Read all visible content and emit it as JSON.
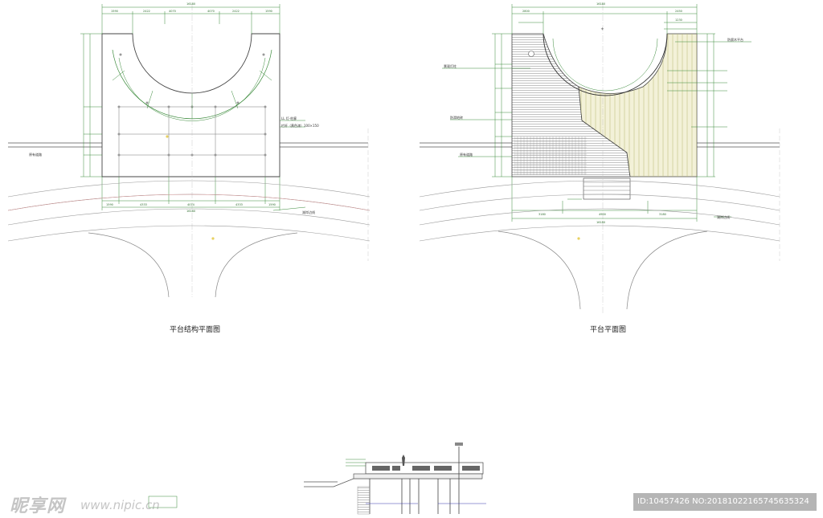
{
  "drawing": {
    "left_caption": "平台结构平面图",
    "right_caption": "平台平面图",
    "left_top_dims": [
      "1590",
      "2422",
      "4070",
      "4070",
      "2422",
      "1590"
    ],
    "left_total_dim": "16180",
    "left_bottom_dims": [
      "1590",
      "4333",
      "4074",
      "4333",
      "1590"
    ],
    "left_bottom_total": "16180",
    "right_top_dims": [
      "2800",
      "2450",
      "1230"
    ],
    "right_total_dim": "16180",
    "right_bottom_dims": [
      "3180",
      "4900",
      "3180"
    ],
    "right_bottom_total": "16180",
    "left_notes": [
      "LL 灯-柱廊",
      "栏杆（黄色漆）100×150",
      "原有道路",
      "湖岸边线"
    ],
    "right_notes": [
      "景观灯柱",
      "防腐木平台",
      "防滑地砖",
      "原有道路",
      "湖岸边线"
    ]
  },
  "watermark": {
    "brand": "昵享网",
    "url": "www.nipic.cn",
    "id_line": "ID:10457426 NO:20181022165745635324"
  }
}
